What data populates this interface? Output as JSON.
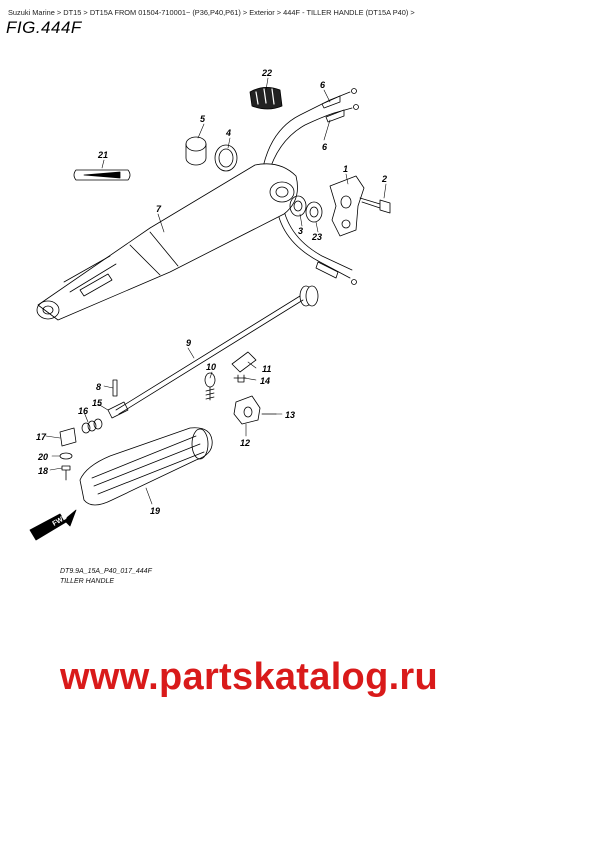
{
  "breadcrumb": {
    "items": [
      "Suzuki Marine",
      "DT15",
      "DT15A FROM 01504-710001~ (P36,P40,P61)",
      "Exterior",
      "444F - TILLER HANDLE (DT15A P40)"
    ],
    "separator": ">"
  },
  "figure": {
    "title": "FIG.444F",
    "code": "DT9.9A_15A_P40_017_444F",
    "name": "TILLER HANDLE"
  },
  "callouts": {
    "p1": "1",
    "p2": "2",
    "p3": "3",
    "p4": "4",
    "p5": "5",
    "p6a": "6",
    "p6b": "6",
    "p7": "7",
    "p8": "8",
    "p9": "9",
    "p10": "10",
    "p11": "11",
    "p12": "12",
    "p13": "13",
    "p14": "14",
    "p15": "15",
    "p16": "16",
    "p17": "17",
    "p18": "18",
    "p19": "19",
    "p20": "20",
    "p21": "21",
    "p22": "22",
    "p23": "23"
  },
  "fwd_label": "FWD",
  "watermark": "www.partskatalog.ru",
  "colors": {
    "watermark": "#d91a1a",
    "line": "#000000",
    "background": "#ffffff"
  }
}
